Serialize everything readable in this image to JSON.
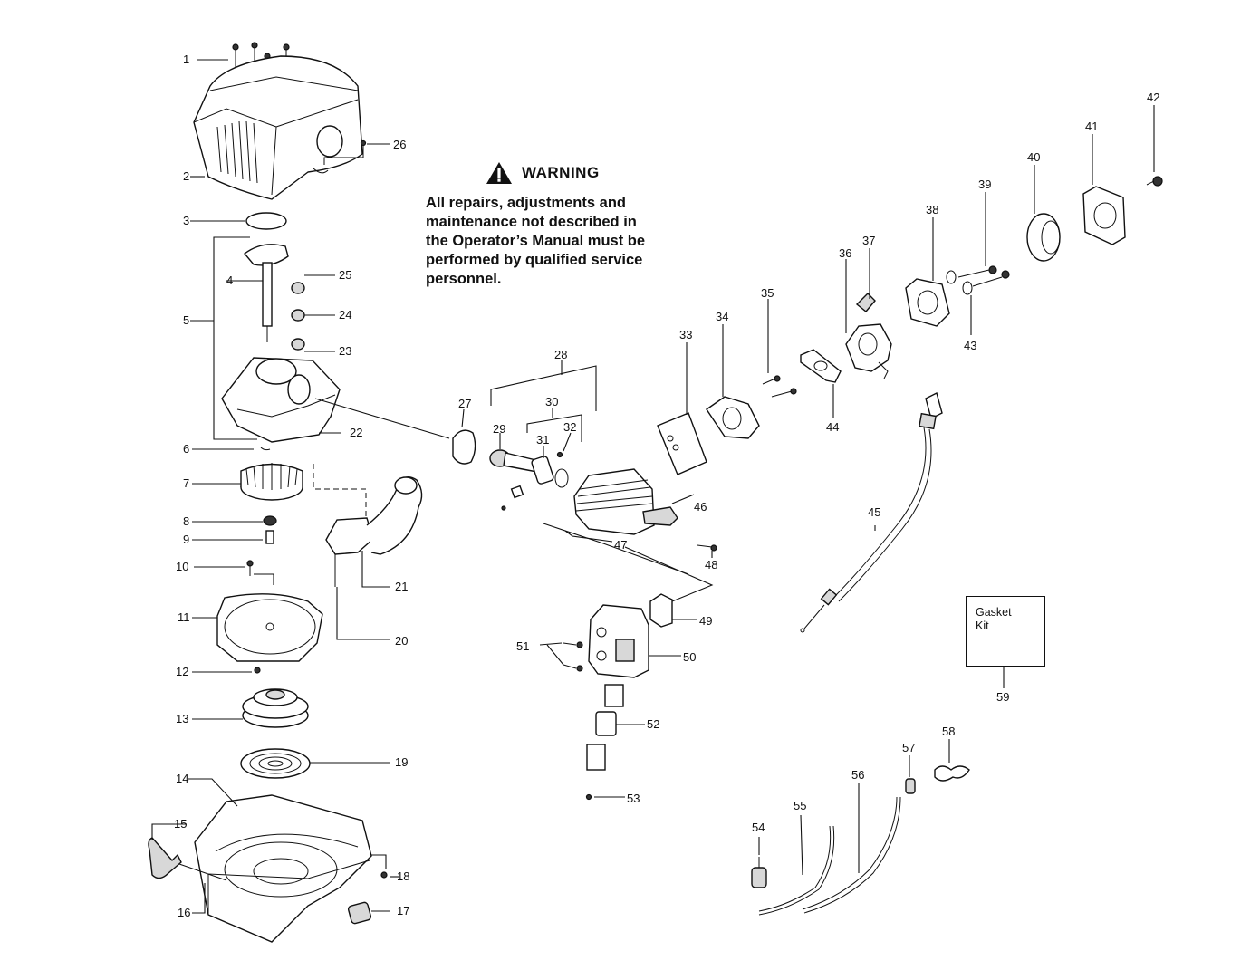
{
  "warning": {
    "title": "WARNING",
    "lines": [
      "All repairs, adjustments and",
      "maintenance not described in",
      "the Operator’s Manual must be",
      "performed by qualified service",
      "personnel."
    ]
  },
  "gasket_kit": {
    "line1": "Gasket",
    "line2": "Kit",
    "number": "59"
  },
  "callouts": {
    "c1": "1",
    "c2": "2",
    "c3": "3",
    "c4": "4",
    "c5": "5",
    "c6": "6",
    "c7": "7",
    "c8": "8",
    "c9": "9",
    "c10": "10",
    "c11": "11",
    "c12": "12",
    "c13": "13",
    "c14": "14",
    "c15": "15",
    "c16": "16",
    "c17": "17",
    "c18": "18",
    "c19": "19",
    "c20": "20",
    "c21": "21",
    "c22": "22",
    "c23": "23",
    "c24": "24",
    "c25": "25",
    "c26": "26",
    "c27": "27",
    "c28": "28",
    "c29": "29",
    "c30": "30",
    "c31": "31",
    "c32": "32",
    "c33": "33",
    "c34": "34",
    "c35": "35",
    "c36": "36",
    "c37": "37",
    "c38": "38",
    "c39": "39",
    "c40": "40",
    "c41": "41",
    "c42": "42",
    "c43": "43",
    "c44": "44",
    "c45": "45",
    "c46": "46",
    "c47": "47",
    "c48": "48",
    "c49": "49",
    "c50": "50",
    "c51": "51",
    "c52": "52",
    "c53": "53",
    "c54": "54",
    "c55": "55",
    "c56": "56",
    "c57": "57",
    "c58": "58"
  }
}
